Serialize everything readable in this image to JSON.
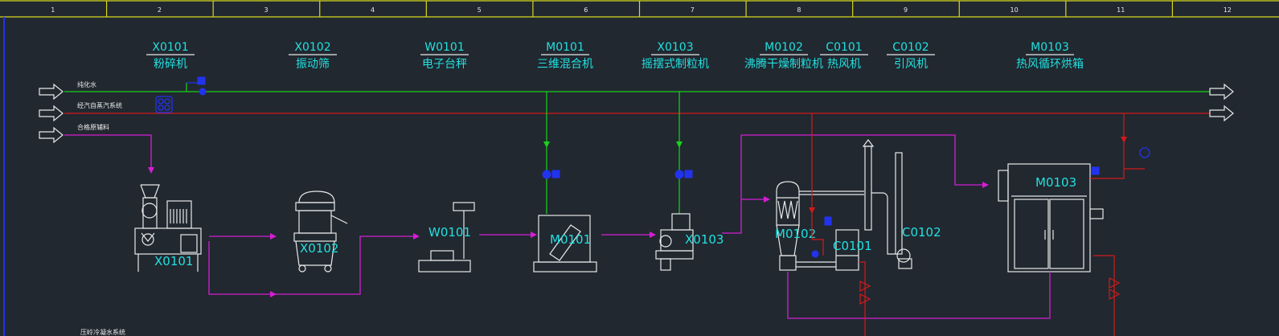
{
  "ruler": [
    "1",
    "2",
    "3",
    "4",
    "5",
    "6",
    "7",
    "8",
    "9",
    "10",
    "11",
    "12"
  ],
  "equipment_titles": [
    {
      "code": "X0101",
      "name": "粉碎机"
    },
    {
      "code": "X0102",
      "name": "振动筛"
    },
    {
      "code": "W0101",
      "name": "电子台秤"
    },
    {
      "code": "M0101",
      "name": "三维混合机"
    },
    {
      "code": "X0103",
      "name": "摇摆式制粒机"
    },
    {
      "code": "M0102",
      "name": "沸腾干燥制粒机"
    },
    {
      "code": "C0101",
      "name": "热风机"
    },
    {
      "code": "C0102",
      "name": "引风机"
    },
    {
      "code": "M0103",
      "name": "热风循环烘箱"
    }
  ],
  "lines": {
    "water": "纯化水",
    "steam": "经汽自蒸汽系统",
    "material": "合格原辅料"
  },
  "equipment_labels": {
    "x0101": "X0101",
    "x0102": "X0102",
    "w0101": "W0101",
    "m0101": "M0101",
    "x0103": "X0103",
    "m0102": "M0102",
    "c0101": "C0101",
    "c0102": "C0102",
    "m0103": "M0103"
  },
  "footer": "压岭冷凝水系统",
  "colors": {
    "background": "#212830",
    "cyan_text": "#22e0e0",
    "water_line": "#19d219",
    "steam_line": "#d21a1a",
    "material_line": "#d41ed4",
    "valve": "#2233ee",
    "ruler": "#d8d81c"
  }
}
